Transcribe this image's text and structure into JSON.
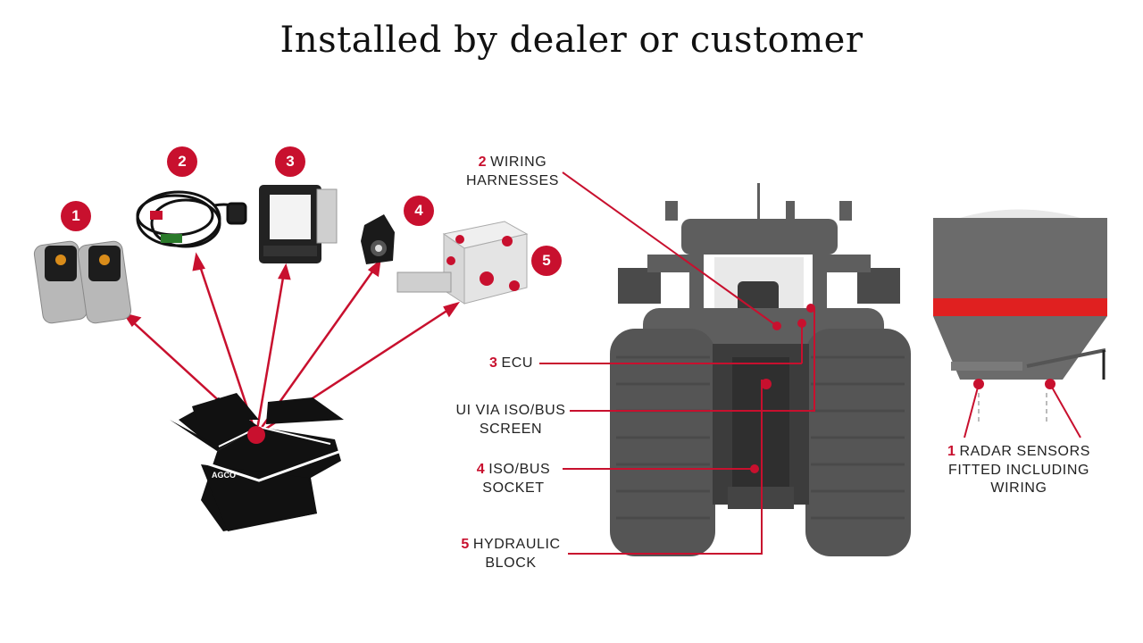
{
  "title": "Installed by dealer or customer",
  "components": [
    {
      "number": "1"
    },
    {
      "number": "2"
    },
    {
      "number": "3"
    },
    {
      "number": "4"
    },
    {
      "number": "5"
    }
  ],
  "box_logo": "AGCO",
  "callouts": {
    "wiring": {
      "number": "2",
      "line1": "WIRING",
      "line2": "HARNESSES"
    },
    "ecu": {
      "number": "3",
      "line1": "ECU"
    },
    "ui": {
      "line1": "UI VIA ISO/BUS",
      "line2": "SCREEN"
    },
    "socket": {
      "number": "4",
      "line1": "ISO/BUS",
      "line2": "SOCKET"
    },
    "hydraulic": {
      "number": "5",
      "line1": "HYDRAULIC",
      "line2": "BLOCK"
    },
    "radar": {
      "number": "1",
      "line1": "RADAR SENSORS",
      "line2": "FITTED INCLUDING",
      "line3": "WIRING"
    }
  },
  "colors": {
    "accent": "#c8102e",
    "tractor": "#5e5e5e",
    "hopper": "#6b6b6b",
    "hopper_band": "#e02020"
  }
}
